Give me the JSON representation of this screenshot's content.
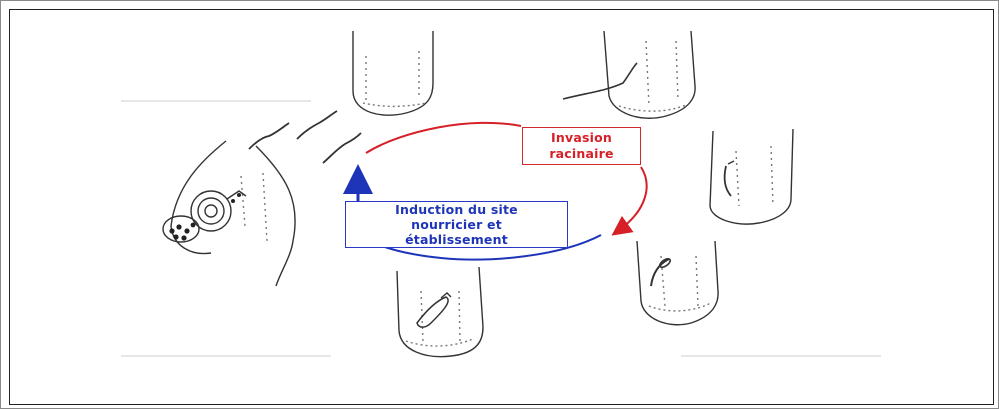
{
  "diagram": {
    "labels": {
      "invasion": [
        "Invasion",
        "racinaire"
      ],
      "induction": [
        "Induction du site",
        "nourricier et",
        "établissement"
      ]
    },
    "colors": {
      "invasion": "#d61f26",
      "induction": "#1f35b9",
      "sketch": "#333333"
    }
  }
}
